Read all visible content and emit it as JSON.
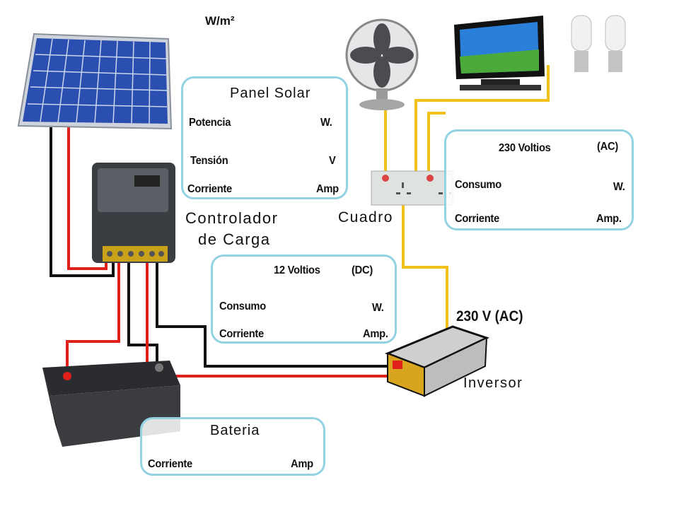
{
  "irradiance_unit": "W/m²",
  "panel_solar": {
    "title": "Panel Solar",
    "rows": [
      {
        "label": "Potencia",
        "unit": "W."
      },
      {
        "label": "Tensión",
        "unit": "V"
      },
      {
        "label": "Corriente",
        "unit": "Amp"
      }
    ]
  },
  "controller_label": [
    "Controlador",
    "de Carga"
  ],
  "cuadro_label": "Cuadro",
  "ac_box": {
    "title": "230 Voltios",
    "type": "(AC)",
    "rows": [
      {
        "label": "Consumo",
        "unit": "W."
      },
      {
        "label": "Corriente",
        "unit": "Amp."
      }
    ]
  },
  "dc_box": {
    "title": "12 Voltios",
    "type": "(DC)",
    "rows": [
      {
        "label": "Consumo",
        "unit": "W."
      },
      {
        "label": "Corriente",
        "unit": "Amp."
      }
    ]
  },
  "inverter_output": "230 V (AC)",
  "inverter_label": "Inversor",
  "bateria": {
    "title": "Bateria",
    "rows": [
      {
        "label": "Corriente",
        "unit": "Amp"
      }
    ]
  },
  "colors": {
    "box_border": "#93d2e2",
    "ac_wire": "#f2c21b",
    "dc_positive": "#e0201b",
    "dc_negative": "#111111",
    "panel": "#2a4fb0"
  }
}
